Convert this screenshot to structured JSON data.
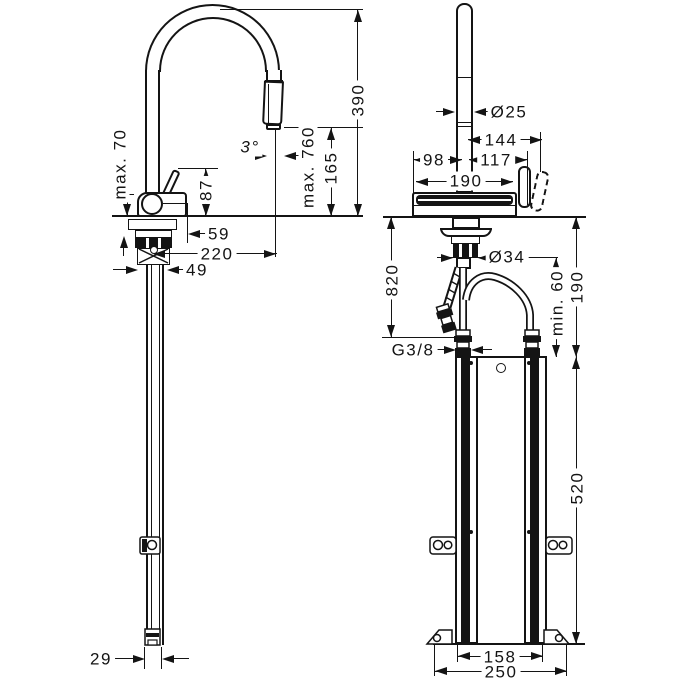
{
  "colors": {
    "line": "#141414",
    "background": "#ffffff"
  },
  "side_view": {
    "dims": {
      "max_70": "max. 70",
      "height_390": "390",
      "angle_3": "3°",
      "max_760": "max. 760",
      "height_165": "165",
      "height_87": "87",
      "width_59": "59",
      "width_220": "220",
      "width_49": "49",
      "width_29": "29"
    }
  },
  "front_view": {
    "dims": {
      "dia_25": "Ø25",
      "width_144": "144",
      "width_98": "98",
      "width_117": "117",
      "width_190": "190",
      "dia_34": "Ø34",
      "height_820": "820",
      "height_190": "190",
      "min_60": "min. 60",
      "thread_g38": "G3/8",
      "height_520": "520",
      "width_158": "158",
      "width_250": "250"
    }
  }
}
